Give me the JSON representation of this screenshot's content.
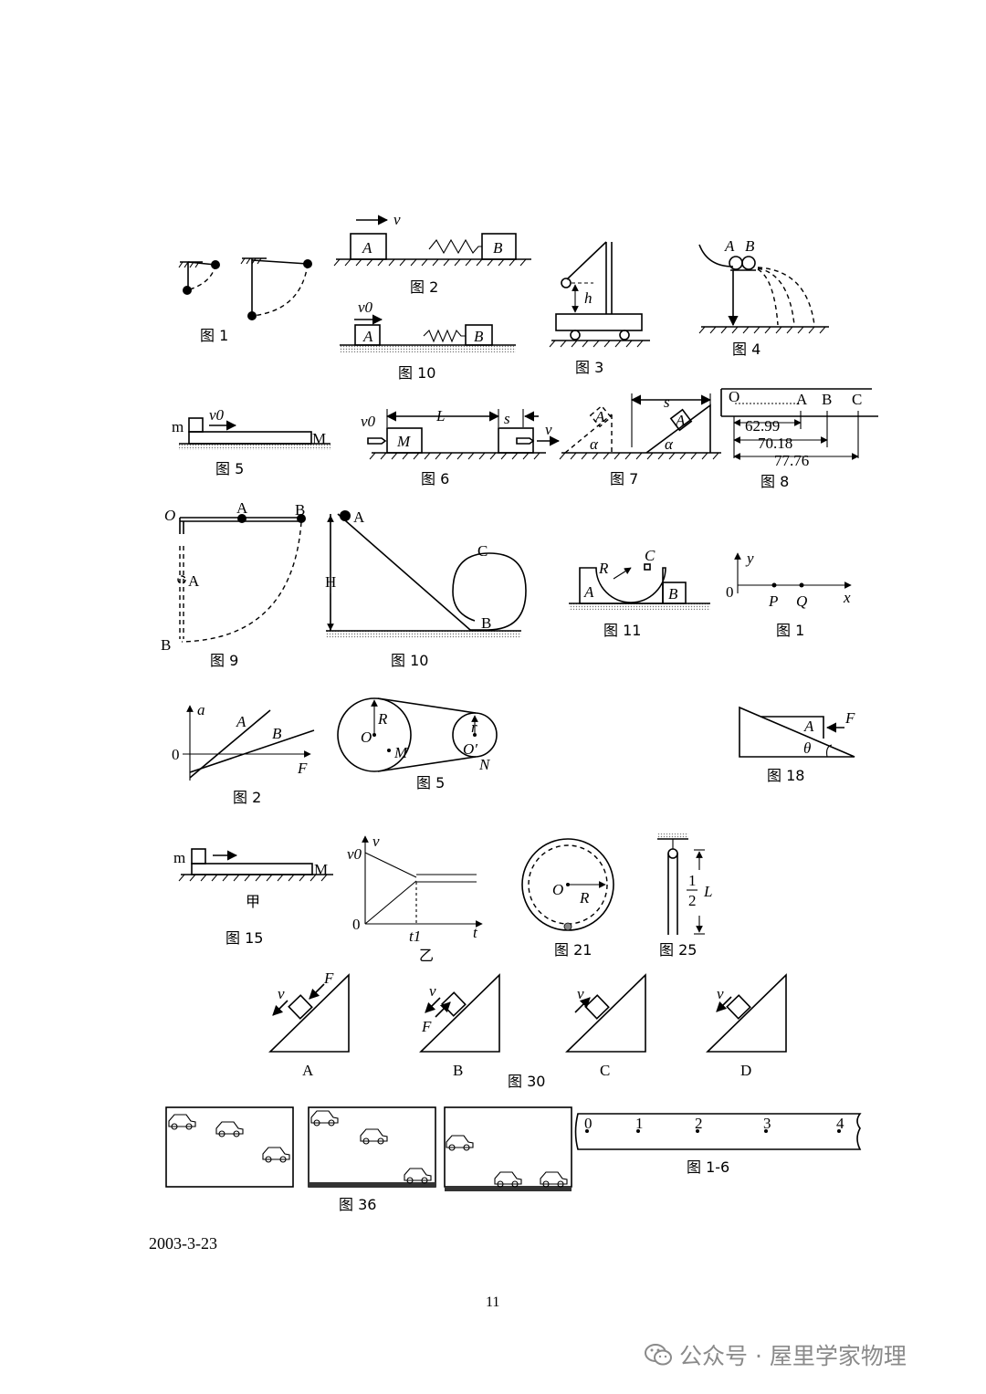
{
  "figures": {
    "fig1a": {
      "caption": "图 1"
    },
    "fig2a": {
      "caption": "图 2",
      "labels": [
        "A",
        "B",
        "v"
      ]
    },
    "fig10a": {
      "caption": "图 10",
      "labels": [
        "A",
        "B",
        "v0"
      ]
    },
    "fig3": {
      "caption": "图 3",
      "labels": [
        "h"
      ]
    },
    "fig4": {
      "caption": "图 4",
      "labels": [
        "A",
        "B"
      ]
    },
    "fig5a": {
      "caption": "图 5",
      "labels": [
        "m",
        "v0",
        "M"
      ]
    },
    "fig6": {
      "caption": "图 6",
      "labels": [
        "v0",
        "L",
        "s",
        "v",
        "M"
      ]
    },
    "fig7": {
      "caption": "图 7",
      "labels": [
        "A",
        "α",
        "s",
        "A",
        "α"
      ]
    },
    "fig8": {
      "caption": "图 8",
      "labels": [
        "O",
        "A",
        "B",
        "C",
        "62.99",
        "70.18",
        "77.76"
      ]
    },
    "fig9": {
      "caption": "图 9",
      "labels": [
        "O",
        "A",
        "B",
        "A",
        "B"
      ]
    },
    "fig10b": {
      "caption": "图 10",
      "labels": [
        "A",
        "H",
        "C",
        "B"
      ]
    },
    "fig11": {
      "caption": "图 11",
      "labels": [
        "R",
        "C",
        "A",
        "B"
      ]
    },
    "fig1b": {
      "caption": "图 1",
      "labels": [
        "y",
        "0",
        "P",
        "Q",
        "x"
      ]
    },
    "fig2b": {
      "caption": "图 2",
      "labels": [
        "a",
        "A",
        "B",
        "0",
        "F"
      ]
    },
    "fig5b": {
      "caption": "图 5",
      "labels": [
        "R",
        "O",
        "M",
        "r",
        "O′",
        "N"
      ]
    },
    "fig18": {
      "caption": "图 18",
      "labels": [
        "F",
        "A",
        "θ"
      ]
    },
    "fig15": {
      "caption": "图 15",
      "sub_jia": "甲",
      "sub_yi": "乙",
      "labels": [
        "m",
        "M",
        "v",
        "v0",
        "0",
        "t1",
        "t"
      ]
    },
    "fig21": {
      "caption": "图 21",
      "labels": [
        "O",
        "R"
      ]
    },
    "fig25": {
      "caption": "图 25",
      "labels": [
        "1",
        "2",
        "L"
      ]
    },
    "fig30": {
      "caption": "图 30",
      "options": [
        "A",
        "B",
        "C",
        "D"
      ],
      "labels": [
        "v",
        "F"
      ]
    },
    "fig36": {
      "caption": "图 36"
    },
    "fig1_6": {
      "caption": "图 1-6",
      "ticks": [
        "0",
        "1",
        "2",
        "3",
        "4"
      ]
    }
  },
  "footer": {
    "date": "2003-3-23",
    "page_number": "11",
    "watermark": "公众号 · 屋里学家物理"
  }
}
